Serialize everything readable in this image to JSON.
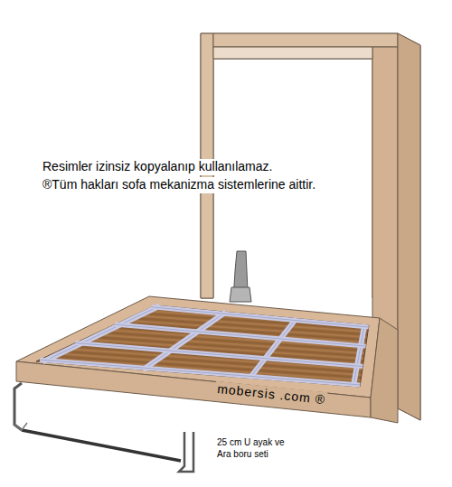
{
  "diagram": {
    "labels": [
      "Resimler izinsiz kopyalanıp kullanılamaz.",
      "®Tüm hakları sofa mekanizma sistemlerine aittir.",
      "mobersis .com ®",
      "25 cm U ayak ve Ara boru seti"
    ]
  }
}
